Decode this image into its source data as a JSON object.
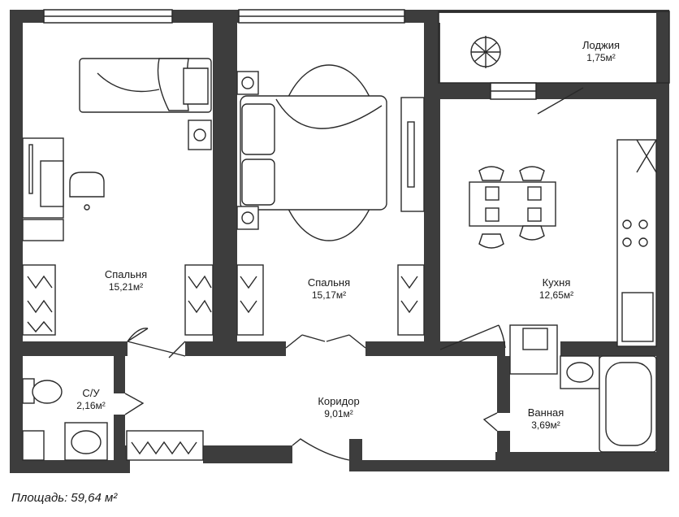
{
  "rooms": [
    {
      "id": "bedroom1",
      "name": "Спальня",
      "area": "15,21м²"
    },
    {
      "id": "bedroom2",
      "name": "Спальня",
      "area": "15,17м²"
    },
    {
      "id": "loggia",
      "name": "Лоджия",
      "area": "1,75м²"
    },
    {
      "id": "kitchen",
      "name": "Кухня",
      "area": "12,65м²"
    },
    {
      "id": "wc",
      "name": "С/У",
      "area": "2,16м²"
    },
    {
      "id": "corridor",
      "name": "Коридор",
      "area": "9,01м²"
    },
    {
      "id": "bathroom",
      "name": "Ванная",
      "area": "3,69м²"
    }
  ],
  "total": {
    "label": "Площадь:",
    "value": "59,64 м²"
  },
  "colors": {
    "wall": "#3d3d3d",
    "line": "#2a2a2a",
    "background": "#ffffff"
  }
}
